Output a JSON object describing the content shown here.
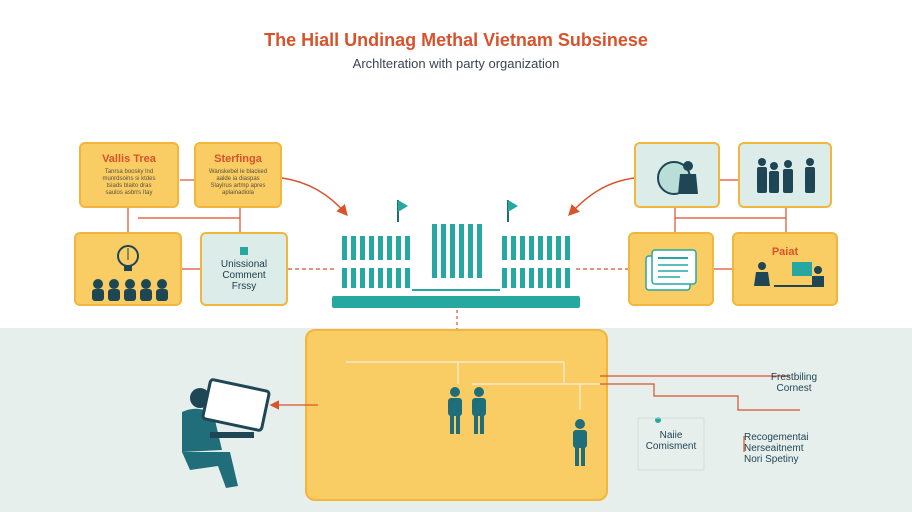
{
  "title": "The Hiall Undinag Methal Vietnam Subsinese",
  "subtitle": "Archlteration with party organization",
  "left_top_boxes": [
    {
      "title": "Vallis Trea",
      "body": [
        "Tanrsa boosky lnd",
        "munrdsoins si ktdes",
        "tsiads blaito dras",
        "saulos asbrrs Itay"
      ]
    },
    {
      "title": "Sterfinga",
      "body": [
        "Wanskebel le blacked",
        "aalde ia diaspas",
        "Slaylrus artmp apres",
        "aplainadiola"
      ]
    }
  ],
  "left_mid_label": [
    "Unissional",
    "Comment",
    "Frssy"
  ],
  "right_mid_title": "Paiat",
  "right_side_label": [
    "Frestbiling",
    "Cornest"
  ],
  "center_small_label": [
    "Naiie",
    "Comisment"
  ],
  "right_bottom_label": [
    "Recogementai",
    "Nerseaitnemt",
    "Nori Spetiny"
  ],
  "colors": {
    "accent": "#d9522b",
    "teal": "#26a8a0",
    "yellow": "#f9cd63",
    "navy": "#1f4655"
  },
  "icons": [
    "lightbulb-icon",
    "people-group-icon",
    "flag-icon",
    "government-building-icon",
    "person-laptop-icon",
    "person-icon",
    "document-stack-icon",
    "presenter-icon",
    "meeting-icon",
    "desk-worker-icon"
  ]
}
